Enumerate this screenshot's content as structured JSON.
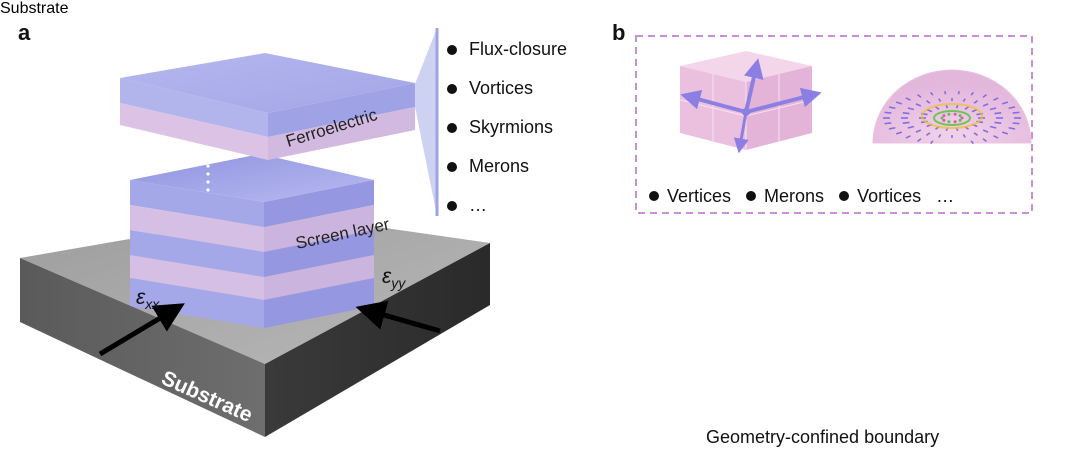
{
  "panel_a": {
    "letter": "a",
    "ferroelectric_label": "Ferroelectric",
    "screen_layer_label": "Screen layer",
    "substrate_label": "Substrate",
    "strain_x_symbol": "ε",
    "strain_x_subscript": "xx",
    "strain_y_symbol": "ε",
    "strain_y_subscript": "yy",
    "textures": [
      "Flux-closure",
      "Vortices",
      "Skyrmions",
      "Merons",
      "…"
    ]
  },
  "panel_b": {
    "letter": "b",
    "textures": [
      "Vertices",
      "Merons",
      "Vortices"
    ],
    "ellipsis": "…",
    "substrate_label": "Substrate",
    "caption": "Geometry-confined boundary"
  },
  "colors": {
    "ferro_blue": "#9fa3e6",
    "ferro_pink": "#dcc0e4",
    "substrate_gray": "#8c8c8c",
    "substrate_dark": "#3e3e3e",
    "dashed_box": "#c890d8",
    "substrate_b_top": "#c1c3ef",
    "substrate_b_side": "#7a74d4",
    "pillar_pink": "#e3b2df"
  }
}
